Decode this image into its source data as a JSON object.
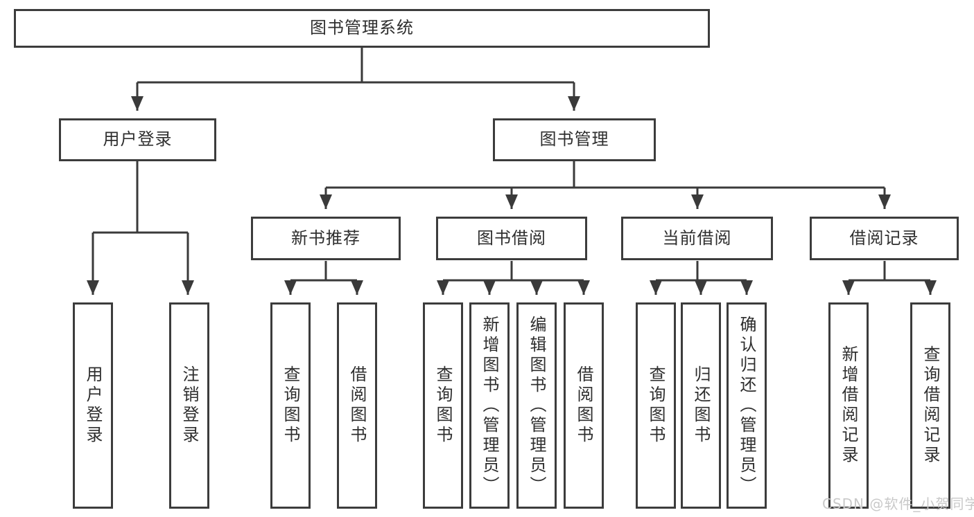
{
  "diagram": {
    "title": "图书管理系统",
    "level2": {
      "user_login": "用户登录",
      "book_mgmt": "图书管理"
    },
    "level3": {
      "new_book": "新书推荐",
      "book_borrow": "图书借阅",
      "current_borrow": "当前借阅",
      "borrow_record": "借阅记录"
    },
    "leaves": {
      "user_login": [
        "用户登录",
        "注销登录"
      ],
      "new_book": [
        "查询图书",
        "借阅图书"
      ],
      "book_borrow": [
        "查询图书",
        "新增图书（管理员）",
        "编辑图书（管理员）",
        "借阅图书"
      ],
      "current_borrow": [
        "查询图书",
        "归还图书",
        "确认归还（管理员）"
      ],
      "borrow_record": [
        "新增借阅记录",
        "查询借阅记录"
      ]
    },
    "watermark": "CSDN @软件_小贺同学",
    "colors": {
      "line": "#3a3a3a",
      "text": "#2e2e2e",
      "background": "#ffffff",
      "watermark": "#c9c9c9"
    }
  }
}
